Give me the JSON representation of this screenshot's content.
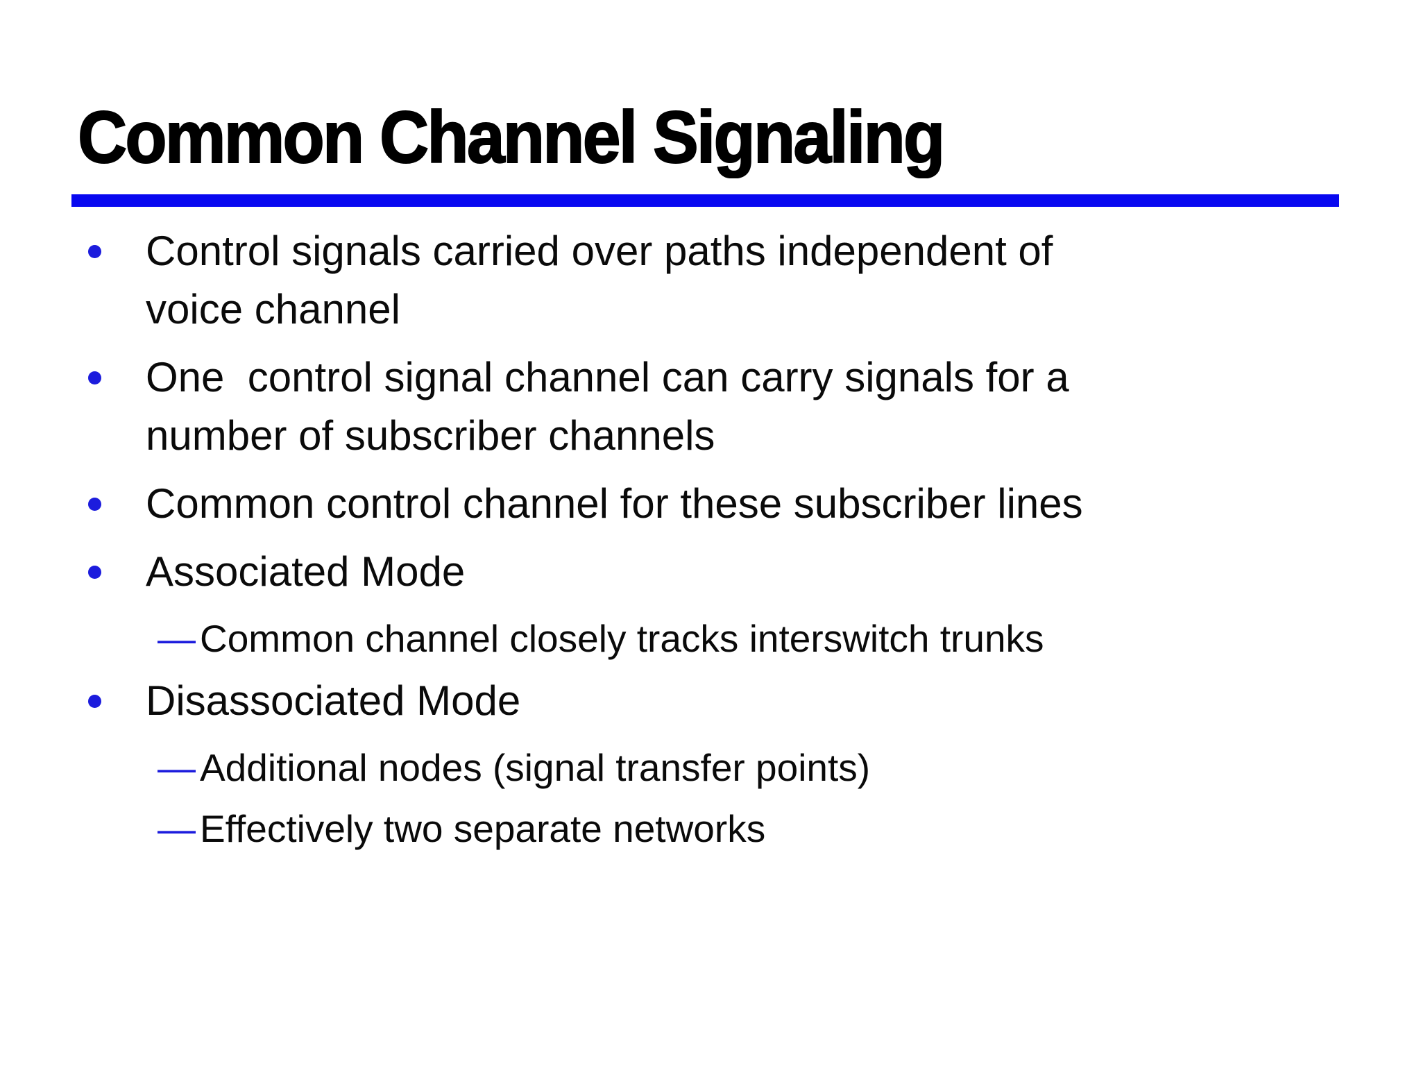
{
  "slide": {
    "title": "Common Channel Signaling",
    "dash_glyph": "—",
    "bullets": [
      {
        "level": 1,
        "text": "Control signals carried over paths independent of\nvoice channel"
      },
      {
        "level": 1,
        "text": "One  control signal channel can carry signals for a\nnumber of subscriber channels"
      },
      {
        "level": 1,
        "text": "Common control channel for these subscriber lines"
      },
      {
        "level": 1,
        "text": "Associated Mode"
      },
      {
        "level": 2,
        "text": "Common channel closely tracks interswitch trunks"
      },
      {
        "level": 1,
        "text": "Disassociated Mode"
      },
      {
        "level": 2,
        "text": "Additional nodes (signal transfer points)"
      },
      {
        "level": 2,
        "text": "Effectively two separate networks"
      }
    ]
  },
  "colors": {
    "accent": "#0808f0",
    "bullet": "#1c1cdd",
    "text": "#0a0a0a"
  }
}
